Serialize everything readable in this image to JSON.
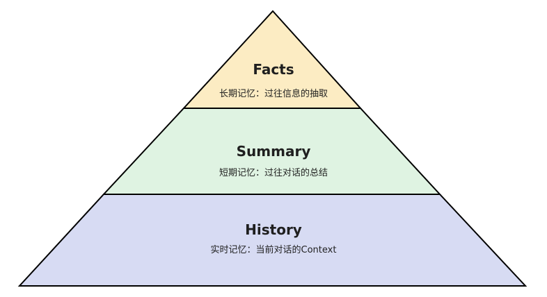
{
  "diagram": {
    "layers": [
      {
        "id": "facts",
        "title": "Facts",
        "description": "长期记忆：过往信息的抽取",
        "fill": "#fcecc3"
      },
      {
        "id": "summary",
        "title": "Summary",
        "description": "短期记忆：过往对话的总结",
        "fill": "#dff3e2"
      },
      {
        "id": "history",
        "title": "History",
        "description": "实时记忆：当前对话的Context",
        "fill": "#d7dbf3"
      }
    ],
    "outline_color": "#000000"
  }
}
